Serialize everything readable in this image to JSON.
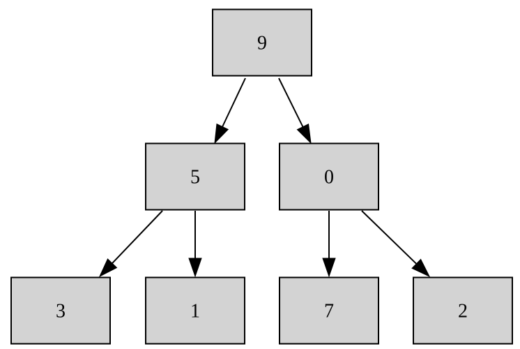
{
  "diagram": {
    "type": "binary-tree",
    "nodes": [
      {
        "id": "n9",
        "label": "9"
      },
      {
        "id": "n5",
        "label": "5"
      },
      {
        "id": "n0",
        "label": "0"
      },
      {
        "id": "n3",
        "label": "3"
      },
      {
        "id": "n1",
        "label": "1"
      },
      {
        "id": "n7",
        "label": "7"
      },
      {
        "id": "n2",
        "label": "2"
      }
    ],
    "edges": [
      {
        "from": "n9",
        "to": "n5"
      },
      {
        "from": "n9",
        "to": "n0"
      },
      {
        "from": "n5",
        "to": "n3"
      },
      {
        "from": "n5",
        "to": "n1"
      },
      {
        "from": "n0",
        "to": "n7"
      },
      {
        "from": "n0",
        "to": "n2"
      }
    ],
    "colors": {
      "node_fill": "#d3d3d3",
      "node_stroke": "#000000",
      "edge": "#000000"
    }
  }
}
